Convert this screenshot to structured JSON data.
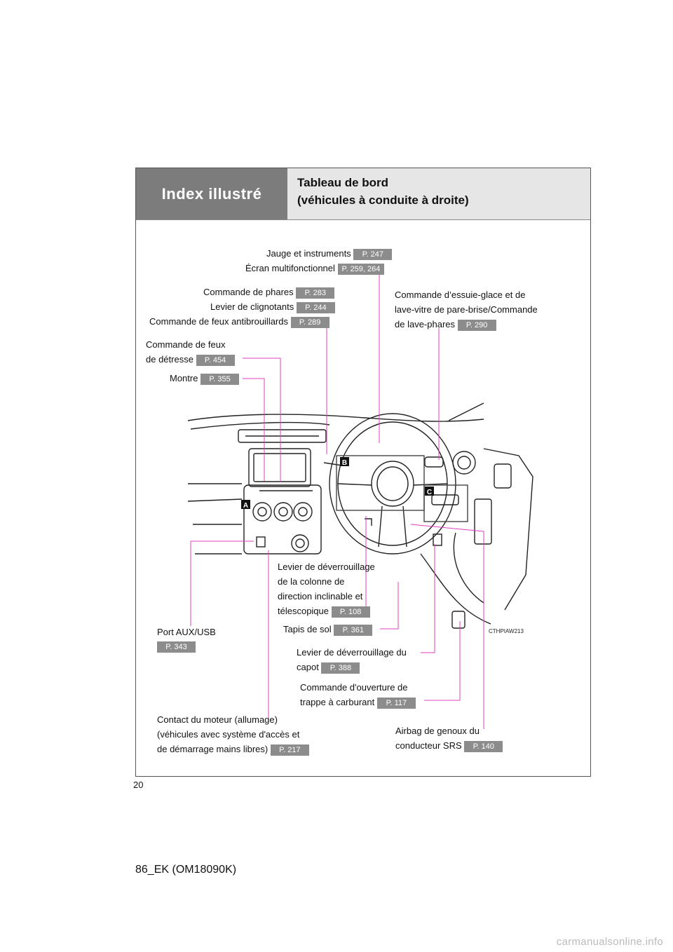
{
  "header": {
    "section": "Index illustré",
    "title_line1": "Tableau de bord",
    "title_line2": "(véhicules à conduite à droite)"
  },
  "callouts": {
    "gauges": {
      "label": "Jauge et instruments",
      "page": "P. 247"
    },
    "display": {
      "label": "Écran multifonctionnel",
      "page": "P. 259, 264"
    },
    "headlights": {
      "label": "Commande de phares",
      "page": "P. 283"
    },
    "turn": {
      "label": "Levier de clignotants",
      "page": "P. 244"
    },
    "fog": {
      "label": "Commande de feux antibrouillards",
      "page": "P. 289"
    },
    "hazard": {
      "line1": "Commande de feux",
      "line2": "de détresse",
      "page": "P. 454"
    },
    "clock": {
      "label": "Montre",
      "page": "P. 355"
    },
    "wiper": {
      "line1": "Commande d’essuie-glace et de",
      "line2": "lave-vitre de pare-brise/Commande",
      "line3": "de lave-phares",
      "page": "P. 290"
    },
    "tilt": {
      "line1": "Levier de déverrouillage",
      "line2": "de la colonne de",
      "line3": "direction inclinable et",
      "line4": "télescopique",
      "page": "P. 108"
    },
    "mat": {
      "label": "Tapis de sol",
      "page": "P. 361"
    },
    "aux": {
      "label": "Port AUX/USB",
      "page": "P. 343"
    },
    "hood": {
      "line1": "Levier de déverrouillage du",
      "line2": "capot",
      "page": "P. 388"
    },
    "fuel": {
      "line1": "Commande d'ouverture de",
      "line2": "trappe à carburant",
      "page": "P. 117"
    },
    "ignition": {
      "line1": "Contact du moteur (allumage)",
      "line2": "(véhicules avec système d'accès et",
      "line3": "de démarrage mains libres)",
      "page": "P. 217"
    },
    "airbag": {
      "line1": "Airbag de genoux du",
      "line2": "conducteur SRS",
      "page": "P. 140"
    }
  },
  "illustration": {
    "code": "CTHPIAW213",
    "markers": [
      "A",
      "B",
      "C"
    ]
  },
  "page_number": "20",
  "doc_id": "86_EK (OM18090K)",
  "watermark": "carmanualsonline.info",
  "colors": {
    "header_dark": "#7c7c7c",
    "header_light": "#e6e6e6",
    "page_tag": "#8c8c8c",
    "leader_line": "#e040c0"
  }
}
